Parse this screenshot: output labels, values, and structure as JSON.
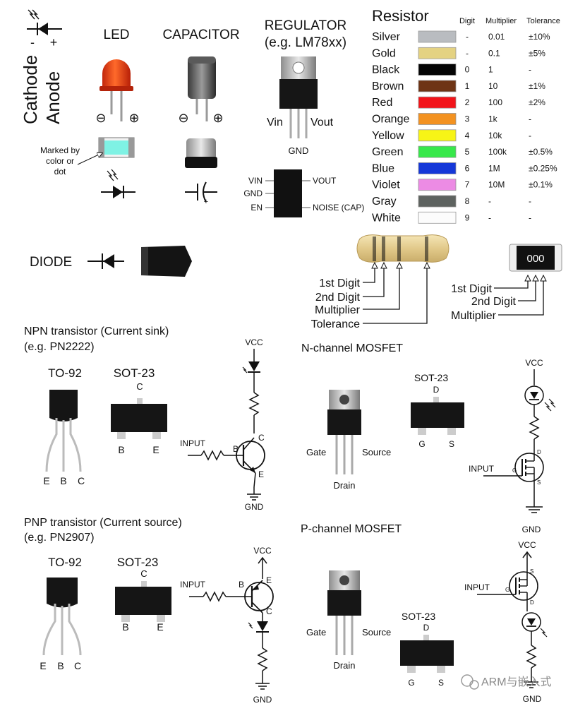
{
  "led_section": {
    "orientation_minus": "-",
    "orientation_plus": "+",
    "cathode_label": "Cathode",
    "anode_label": "Anode",
    "led_title": "LED",
    "minus_symbol": "⊖",
    "plus_symbol": "⊕",
    "smd_note": [
      "Marked by",
      "color or",
      "dot"
    ]
  },
  "capacitor_section": {
    "title": "CAPACITOR",
    "minus_symbol": "⊖",
    "plus_symbol": "⊕",
    "symbol_plus": "+"
  },
  "regulator_section": {
    "title": "REGULATOR",
    "example": "(e.g. LM78xx)",
    "vin": "Vin",
    "vout": "Vout",
    "gnd": "GND",
    "smd_pins_left": [
      "VIN",
      "GND",
      "EN"
    ],
    "smd_pins_right": [
      "VOUT",
      "NOISE (CAP)"
    ]
  },
  "resistor_table": {
    "title": "Resistor",
    "headers": [
      "Digit",
      "Multiplier",
      "Tolerance"
    ],
    "rows": [
      {
        "name": "Silver",
        "color": "#b9bcc0",
        "digit": "-",
        "multiplier": "0.01",
        "tolerance": "±10%"
      },
      {
        "name": "Gold",
        "color": "#e4d282",
        "digit": "-",
        "multiplier": "0.1",
        "tolerance": "±5%"
      },
      {
        "name": "Black",
        "color": "#050505",
        "digit": "0",
        "multiplier": "1",
        "tolerance": "-"
      },
      {
        "name": "Brown",
        "color": "#6e3415",
        "digit": "1",
        "multiplier": "10",
        "tolerance": "±1%"
      },
      {
        "name": "Red",
        "color": "#f2141a",
        "digit": "2",
        "multiplier": "100",
        "tolerance": "±2%"
      },
      {
        "name": "Orange",
        "color": "#f39221",
        "digit": "3",
        "multiplier": "1k",
        "tolerance": "-"
      },
      {
        "name": "Yellow",
        "color": "#f7f416",
        "digit": "4",
        "multiplier": "10k",
        "tolerance": "-"
      },
      {
        "name": "Green",
        "color": "#37e84a",
        "digit": "5",
        "multiplier": "100k",
        "tolerance": "±0.5%"
      },
      {
        "name": "Blue",
        "color": "#1538d8",
        "digit": "6",
        "multiplier": "1M",
        "tolerance": "±0.25%"
      },
      {
        "name": "Violet",
        "color": "#ec8be4",
        "digit": "7",
        "multiplier": "10M",
        "tolerance": "±0.1%"
      },
      {
        "name": "Gray",
        "color": "#5e6360",
        "digit": "8",
        "multiplier": "-",
        "tolerance": "-"
      },
      {
        "name": "White",
        "color": "#fcfcfc",
        "digit": "9",
        "multiplier": "-",
        "tolerance": "-"
      }
    ]
  },
  "resistor_bands": {
    "labels": [
      "1st Digit",
      "2nd Digit",
      "Multiplier",
      "Tolerance"
    ],
    "smd_code": "000",
    "smd_labels": [
      "1st Digit",
      "2nd Digit",
      "Multiplier"
    ]
  },
  "diode_section": {
    "title": "DIODE"
  },
  "npn_section": {
    "title": "NPN transistor (Current sink)",
    "example": "(e.g. PN2222)",
    "to92_label": "TO-92",
    "to92_pins": [
      "E",
      "B",
      "C"
    ],
    "sot23_label": "SOT-23",
    "sot23_top_pin": "C",
    "sot23_bottom_pins": [
      "B",
      "E"
    ],
    "vcc": "VCC",
    "input": "INPUT",
    "pin_b": "B",
    "pin_c": "C",
    "pin_e": "E",
    "gnd": "GND"
  },
  "pnp_section": {
    "title": "PNP transistor (Current source)",
    "example": "(e.g. PN2907)",
    "to92_label": "TO-92",
    "to92_pins": [
      "E",
      "B",
      "C"
    ],
    "sot23_label": "SOT-23",
    "sot23_top_pin": "C",
    "sot23_bottom_pins": [
      "B",
      "E"
    ],
    "vcc": "VCC",
    "input": "INPUT",
    "pin_b": "B",
    "pin_c": "C",
    "pin_e": "E",
    "gnd": "GND"
  },
  "nmos_section": {
    "title": "N-channel MOSFET",
    "sot23_label": "SOT-23",
    "sot23_top_pin": "D",
    "sot23_bottom_pins": [
      "G",
      "S"
    ],
    "gate": "Gate",
    "source": "Source",
    "drain": "Drain",
    "vcc": "VCC",
    "input": "INPUT",
    "pin_d": "D",
    "pin_g": "G",
    "pin_s": "S",
    "gnd": "GND"
  },
  "pmos_section": {
    "title": "P-channel MOSFET",
    "sot23_label": "SOT-23",
    "sot23_top_pin": "D",
    "sot23_bottom_pins": [
      "G",
      "S"
    ],
    "gate": "Gate",
    "source": "Source",
    "drain": "Drain",
    "vcc": "VCC",
    "input": "INPUT",
    "pin_d": "D",
    "pin_g": "G",
    "pin_s": "S",
    "gnd": "GND"
  },
  "watermark": {
    "text": "ARM与嵌入式"
  }
}
